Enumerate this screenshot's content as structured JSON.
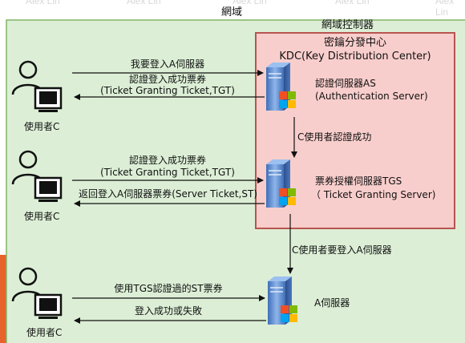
{
  "watermarks": [
    "Alex Lin",
    "Alex Lin",
    "Alex Lin",
    "Alex Lin",
    "Alex Lin"
  ],
  "domain": {
    "title": "網域"
  },
  "domain_controller": {
    "title": "網域控制器"
  },
  "kdc": {
    "title_line1": "密鑰分發中心",
    "title_line2": "KDC(Key Distribution Center)"
  },
  "servers": {
    "as": {
      "line1": "認證伺服器AS",
      "line2": "(Authentication Server)"
    },
    "tgs": {
      "line1": "票券授權伺服器TGS",
      "line2": "（ Ticket Granting Server)"
    },
    "a": {
      "line1": "A伺服器"
    }
  },
  "users": [
    "使用者C",
    "使用者C",
    "使用者C"
  ],
  "messages": {
    "m1": "我要登入A伺服器",
    "m2_line1": "認證登入成功票券",
    "m2_line2": "(Ticket Granting Ticket,TGT)",
    "m3_line1": "認證登入成功票券",
    "m3_line2": "(Ticket Granting Ticket,TGT)",
    "m4": "返回登入A伺服器票券(Server Ticket,ST)",
    "m5": "C使用者認證成功",
    "m6": "C使用者要登入A伺服器",
    "m7": "使用TGS認證過的ST票券",
    "m8": "登入成功或失敗"
  },
  "colors": {
    "domain_fill": "#dcefd6",
    "domain_border": "#82b366",
    "kdc_fill": "#f8cecc",
    "kdc_border": "#b85450",
    "server_blue": "#5b8ed6",
    "accent_orange": "#e8632c"
  }
}
